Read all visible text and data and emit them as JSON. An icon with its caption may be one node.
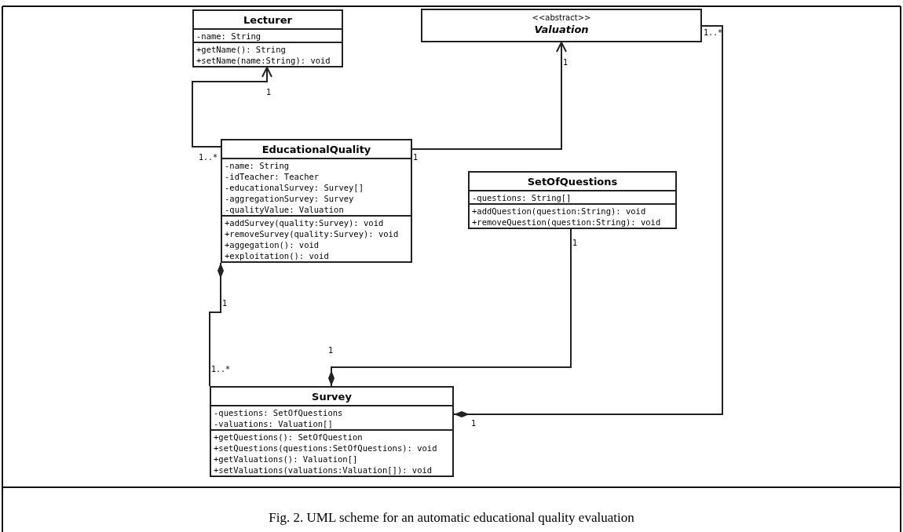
{
  "diagram": {
    "caption": "Fig. 2. UML scheme for an automatic educational quality evaluation",
    "nodes": [
      {
        "text": [
          "Lecturer",
          "-name: String",
          "+getName(): String",
          "+setName(name:String): void"
        ]
      },
      {
        "text": [
          "<<abstract>>",
          "Valuation"
        ]
      },
      {
        "text": [
          "EducationalQuality",
          "-name: String",
          "-idTeacher: Teacher",
          "-educationalSurvey: Survey[]",
          "-aggregationSurvey: Survey",
          "-qualityValue: Valuation",
          "+addSurvey(quality:Survey): void",
          "+removeSurvey(quality:Survey): void",
          "+aggegation(): void",
          "+exploitation(): void"
        ]
      },
      {
        "text": [
          "SetOfQuestions",
          "-questions: String[]",
          "+addQuestion(question:String): void",
          "+removeQuestion(question:String): void"
        ]
      },
      {
        "text": [
          "Survey",
          "-questions: SetOfQuestions",
          "-valuations: Valuation[]",
          "+getQuestions(): SetOfQuestion",
          "+setQuestions(questions:SetOfQuestions): void",
          "+getValuations(): Valuation[]",
          "+setValuations(valuations:Valuation[]): void"
        ]
      }
    ],
    "edges": [
      {
        "from": 2,
        "to": 0,
        "arrow": "to"
      },
      {
        "from": 2,
        "to": 1,
        "arrow": "to"
      },
      {
        "from": 2,
        "to": 4,
        "arrow": "other"
      },
      {
        "from": 4,
        "to": 3,
        "arrow": "other"
      },
      {
        "from": 4,
        "to": 1,
        "arrow": "other"
      }
    ],
    "labels": [
      "1..*",
      "1",
      "1",
      "1..*",
      "1",
      "1",
      "1",
      "1",
      "1..*",
      "1"
    ]
  }
}
